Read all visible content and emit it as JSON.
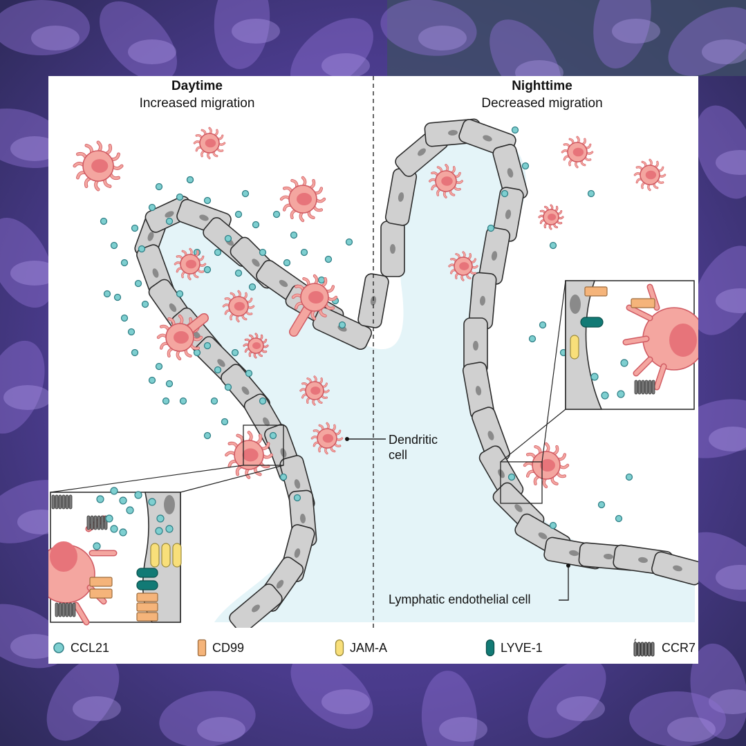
{
  "panels": {
    "day": {
      "title": "Daytime",
      "subtitle": "Increased migration"
    },
    "night": {
      "title": "Nighttime",
      "subtitle": "Decreased migration"
    }
  },
  "labels": {
    "dendritic_line1": "Dendritic",
    "dendritic_line2": "cell",
    "lymphatic": "Lymphatic endothelial cell"
  },
  "legend": [
    {
      "key": "ccl21",
      "label": "CCL21",
      "color": "#7ecfd0"
    },
    {
      "key": "cd99",
      "label": "CD99",
      "color": "#f5b47a"
    },
    {
      "key": "jama",
      "label": "JAM-A",
      "color": "#f8df7a"
    },
    {
      "key": "lyve1",
      "label": "LYVE-1",
      "color": "#127a75"
    },
    {
      "key": "ccr7",
      "label": "CCR7",
      "color": "#6b6b6b"
    }
  ],
  "colors": {
    "lymph_fill": "#e4f4f8",
    "endothelial": "#d0d0d0",
    "nucleus": "#8a8a8a",
    "dc_body": "#f4a6a0",
    "dc_nucleus": "#e7747a",
    "dc_outline": "#d05a62"
  }
}
